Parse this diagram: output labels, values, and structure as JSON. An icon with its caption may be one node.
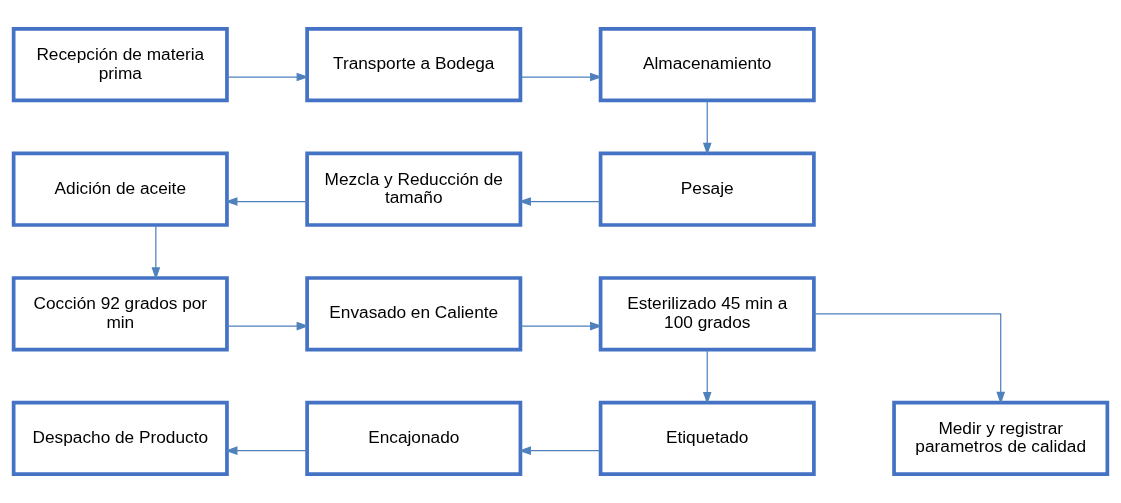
{
  "diagram": {
    "nodes": [
      {
        "text": [
          "Recepción de materia prima"
        ]
      },
      {
        "text": [
          "Transporte a Bodega"
        ]
      },
      {
        "text": [
          "Almacenamiento"
        ]
      },
      {
        "text": [
          "Adición de aceite"
        ]
      },
      {
        "text": [
          "Mezcla y Reducción de tamaño"
        ]
      },
      {
        "text": [
          "Pesaje"
        ]
      },
      {
        "text": [
          "Cocción 92 grados por min"
        ]
      },
      {
        "text": [
          "Envasado en Caliente"
        ]
      },
      {
        "text": [
          "Esterilizado 45 min a 100 grados"
        ]
      },
      {
        "text": [
          "Medir y registrar parametros de calidad"
        ]
      },
      {
        "text": [
          "Despacho de Producto"
        ]
      },
      {
        "text": [
          "Encajonado"
        ]
      },
      {
        "text": [
          "Etiquetado"
        ]
      }
    ],
    "edges": [
      {
        "from": 0,
        "to": 1,
        "arrow": "to"
      },
      {
        "from": 1,
        "to": 2,
        "arrow": "to"
      },
      {
        "from": 2,
        "to": 5,
        "arrow": "to"
      },
      {
        "from": 5,
        "to": 4,
        "arrow": "to"
      },
      {
        "from": 4,
        "to": 3,
        "arrow": "to"
      },
      {
        "from": 3,
        "to": 6,
        "arrow": "to"
      },
      {
        "from": 6,
        "to": 7,
        "arrow": "to"
      },
      {
        "from": 7,
        "to": 8,
        "arrow": "to"
      },
      {
        "from": 8,
        "to": 12,
        "arrow": "to"
      },
      {
        "from": 8,
        "to": 9,
        "arrow": "to"
      },
      {
        "from": 12,
        "to": 11,
        "arrow": "to"
      },
      {
        "from": 11,
        "to": 10,
        "arrow": "to"
      }
    ]
  }
}
